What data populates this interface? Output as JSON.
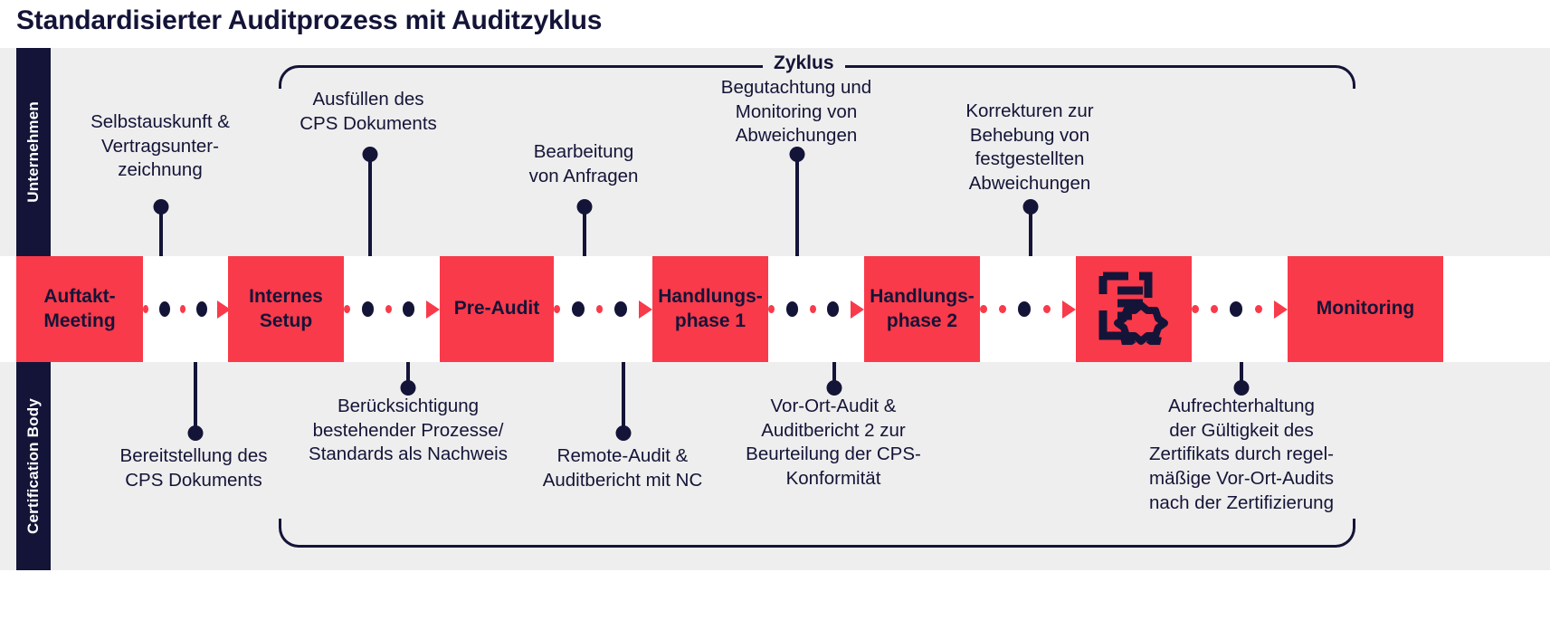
{
  "title": "Standardisierter Auditprozess mit Auditzyklus",
  "colors": {
    "accent": "#f93a4a",
    "ink": "#141438",
    "band": "#eeeeee",
    "page": "#ffffff"
  },
  "lanes": {
    "top_label": "Unternehmen",
    "bottom_label": "Certification Body"
  },
  "cycle": {
    "label": "Zyklus"
  },
  "process_steps": [
    {
      "id": "auftakt-meeting",
      "label": "Auftakt-\nMeeting",
      "type": "text"
    },
    {
      "id": "internes-setup",
      "label": "Internes\nSetup",
      "type": "text"
    },
    {
      "id": "pre-audit",
      "label": "Pre-Audit",
      "type": "text"
    },
    {
      "id": "handlungsphase-1",
      "label": "Handlungs-\nphase 1",
      "type": "text"
    },
    {
      "id": "handlungsphase-2",
      "label": "Handlungs-\nphase 2",
      "type": "text"
    },
    {
      "id": "zertifikat",
      "label": "",
      "type": "icon",
      "icon": "certificate-icon"
    },
    {
      "id": "monitoring",
      "label": "Monitoring",
      "type": "text"
    }
  ],
  "annotations_top": [
    {
      "id": "selbstauskunft",
      "text": "Selbstauskunft &\nVertragsunter-\nzeichnung"
    },
    {
      "id": "ausfuellen-cps",
      "text": "Ausfüllen des\nCPS Dokuments"
    },
    {
      "id": "bearbeitung",
      "text": "Bearbeitung\nvon Anfragen"
    },
    {
      "id": "begutachtung",
      "text": "Begutachtung und\nMonitoring von\nAbweichungen"
    },
    {
      "id": "korrekturen",
      "text": "Korrekturen zur\nBehebung von\nfestgestellten\nAbweichungen"
    }
  ],
  "annotations_bottom": [
    {
      "id": "bereitstellung-cps",
      "text": "Bereitstellung des\nCPS Dokuments"
    },
    {
      "id": "beruecksichtigung",
      "text": "Berücksichtigung\nbestehender Prozesse/\nStandards als Nachweis"
    },
    {
      "id": "remote-audit",
      "text": "Remote-Audit &\nAuditbericht mit NC"
    },
    {
      "id": "vor-ort-audit",
      "text": "Vor-Ort-Audit &\nAuditbericht 2 zur\nBeurteilung der CPS-\nKonformität"
    },
    {
      "id": "aufrechterhaltung",
      "text": "Aufrechterhaltung\nder Gültigkeit des\nZertifikats durch regel-\nmäßige Vor-Ort-Audits\nnach der Zertifizierung"
    }
  ],
  "connector_pattern": [
    "dot-small",
    "dot-large",
    "dot-small",
    "dot-large",
    "arrow"
  ]
}
